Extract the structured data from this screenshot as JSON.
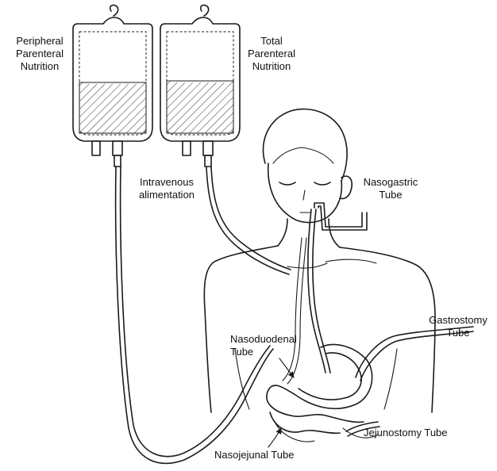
{
  "labels": {
    "ppn_line1": "Peripheral",
    "ppn_line2": "Parenteral",
    "ppn_line3": "Nutrition",
    "tpn_line1": "Total",
    "tpn_line2": "Parenteral",
    "tpn_line3": "Nutrition",
    "iv_line1": "Intravenous",
    "iv_line2": "alimentation",
    "ng_line1": "Nasogastric",
    "ng_line2": "Tube",
    "gastro_line1": "Gastrostomy",
    "gastro_line2": "Tube",
    "nd_line1": "Nasoduodenal",
    "nd_line2": "Tube",
    "jejuno": "Jejunostomy Tube",
    "nj": "Nasojejunal Tube"
  }
}
